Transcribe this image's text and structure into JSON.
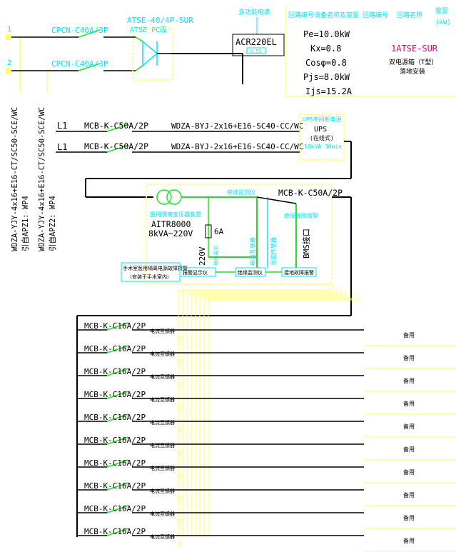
{
  "colors": {
    "cyan": "#00e5ff",
    "green": "#22e022",
    "yellow": "#ffff66",
    "black": "#000000",
    "magenta": "#e6007e"
  },
  "inputs": {
    "line1_label": "1",
    "line2_label": "2",
    "switch1": "CPCN-C40A/3P",
    "switch2": "CPCN-C40A/3P",
    "atse_name": "ATSE-40/4P-SUR",
    "atse_model": "ATSE PC级",
    "cable1": "WDZA-YJY-4x16+E16-CT/SC50-SCE/WC",
    "cable1_src": "引自APZ1: WP4",
    "cable2": "WDZA-YJY-4x16+E16-CT/SC50-SCE/WC",
    "cable2_src": "引自APZ2: WP4"
  },
  "meter": {
    "label": "多功能电表",
    "model": "ACR220EL",
    "sub": "0.5S"
  },
  "load": {
    "pe": "Pe=10.0kW",
    "kx": "Kx=0.8",
    "cos": "Cosφ=0.8",
    "pjs": "Pjs=8.0kW",
    "ijs": "Ijs=15.2A",
    "device_name": "1ATSE-SUR",
    "device_note": "双电源箱（T型）",
    "device_note2": "落地安装"
  },
  "table_header": {
    "col1": "回路编号设备名称及容量",
    "col2": "回路编号",
    "col3": "回路名称",
    "col4": "容量",
    "col4_unit": "(kW)"
  },
  "ups": {
    "l1_label": "L1",
    "l2_label": "L1",
    "breaker1": "MCB-K-C50A/2P",
    "breaker2": "MCB-K-C50A/2P",
    "cable1": "WDZA-BYJ-2x16+E16-SC40-CC/WC",
    "cable2": "WDZA-BYJ-2x16+E16-SC40-CC/WC",
    "box_label": "UPS不间断电源",
    "box_model": "UPS",
    "box_note": "(在线式)",
    "box_note2": "10kVA 30min"
  },
  "transformer": {
    "label": "医用隔离变压器装置",
    "model": "AITR8000",
    "rating": "8kVA~220V",
    "fuse": "6A",
    "voltage": "220V",
    "volt_note": "绝缘监测",
    "top_label": "绝缘监测仪",
    "main_breaker": "MCB-K-C50A/2P",
    "bms_label": "BMS接口",
    "remote_label": "绝缘故障报警",
    "alarm_note": "手术室医用隔离电源故障报警",
    "alarm_note2": "（安装于手术室内）",
    "box_a": "报警显示仪",
    "box_b": "绝缘监测仪",
    "box_c": "接地故障报警",
    "vert1": "电流互感器",
    "vert2": "温度传感器"
  },
  "branches": [
    {
      "breaker": "MCB-K-C16A/2P",
      "tag": "电流互感器",
      "name": "备用"
    },
    {
      "breaker": "MCB-K-C16A/2P",
      "tag": "电流互感器",
      "name": "备用"
    },
    {
      "breaker": "MCB-K-C16A/2P",
      "tag": "电流互感器",
      "name": "备用"
    },
    {
      "breaker": "MCB-K-C16A/2P",
      "tag": "电流互感器",
      "name": "备用"
    },
    {
      "breaker": "MCB-K-C16A/2P",
      "tag": "电流互感器",
      "name": "备用"
    },
    {
      "breaker": "MCB-K-C16A/2P",
      "tag": "电流互感器",
      "name": "备用"
    },
    {
      "breaker": "MCB-K-C16A/2P",
      "tag": "电流互感器",
      "name": "备用"
    },
    {
      "breaker": "MCB-K-C16A/2P",
      "tag": "电流互感器",
      "name": "备用"
    },
    {
      "breaker": "MCB-K-C16A/2P",
      "tag": "电流互感器",
      "name": "备用"
    },
    {
      "breaker": "MCB-K-C16A/2P",
      "tag": "电流互感器",
      "name": "备用"
    }
  ]
}
